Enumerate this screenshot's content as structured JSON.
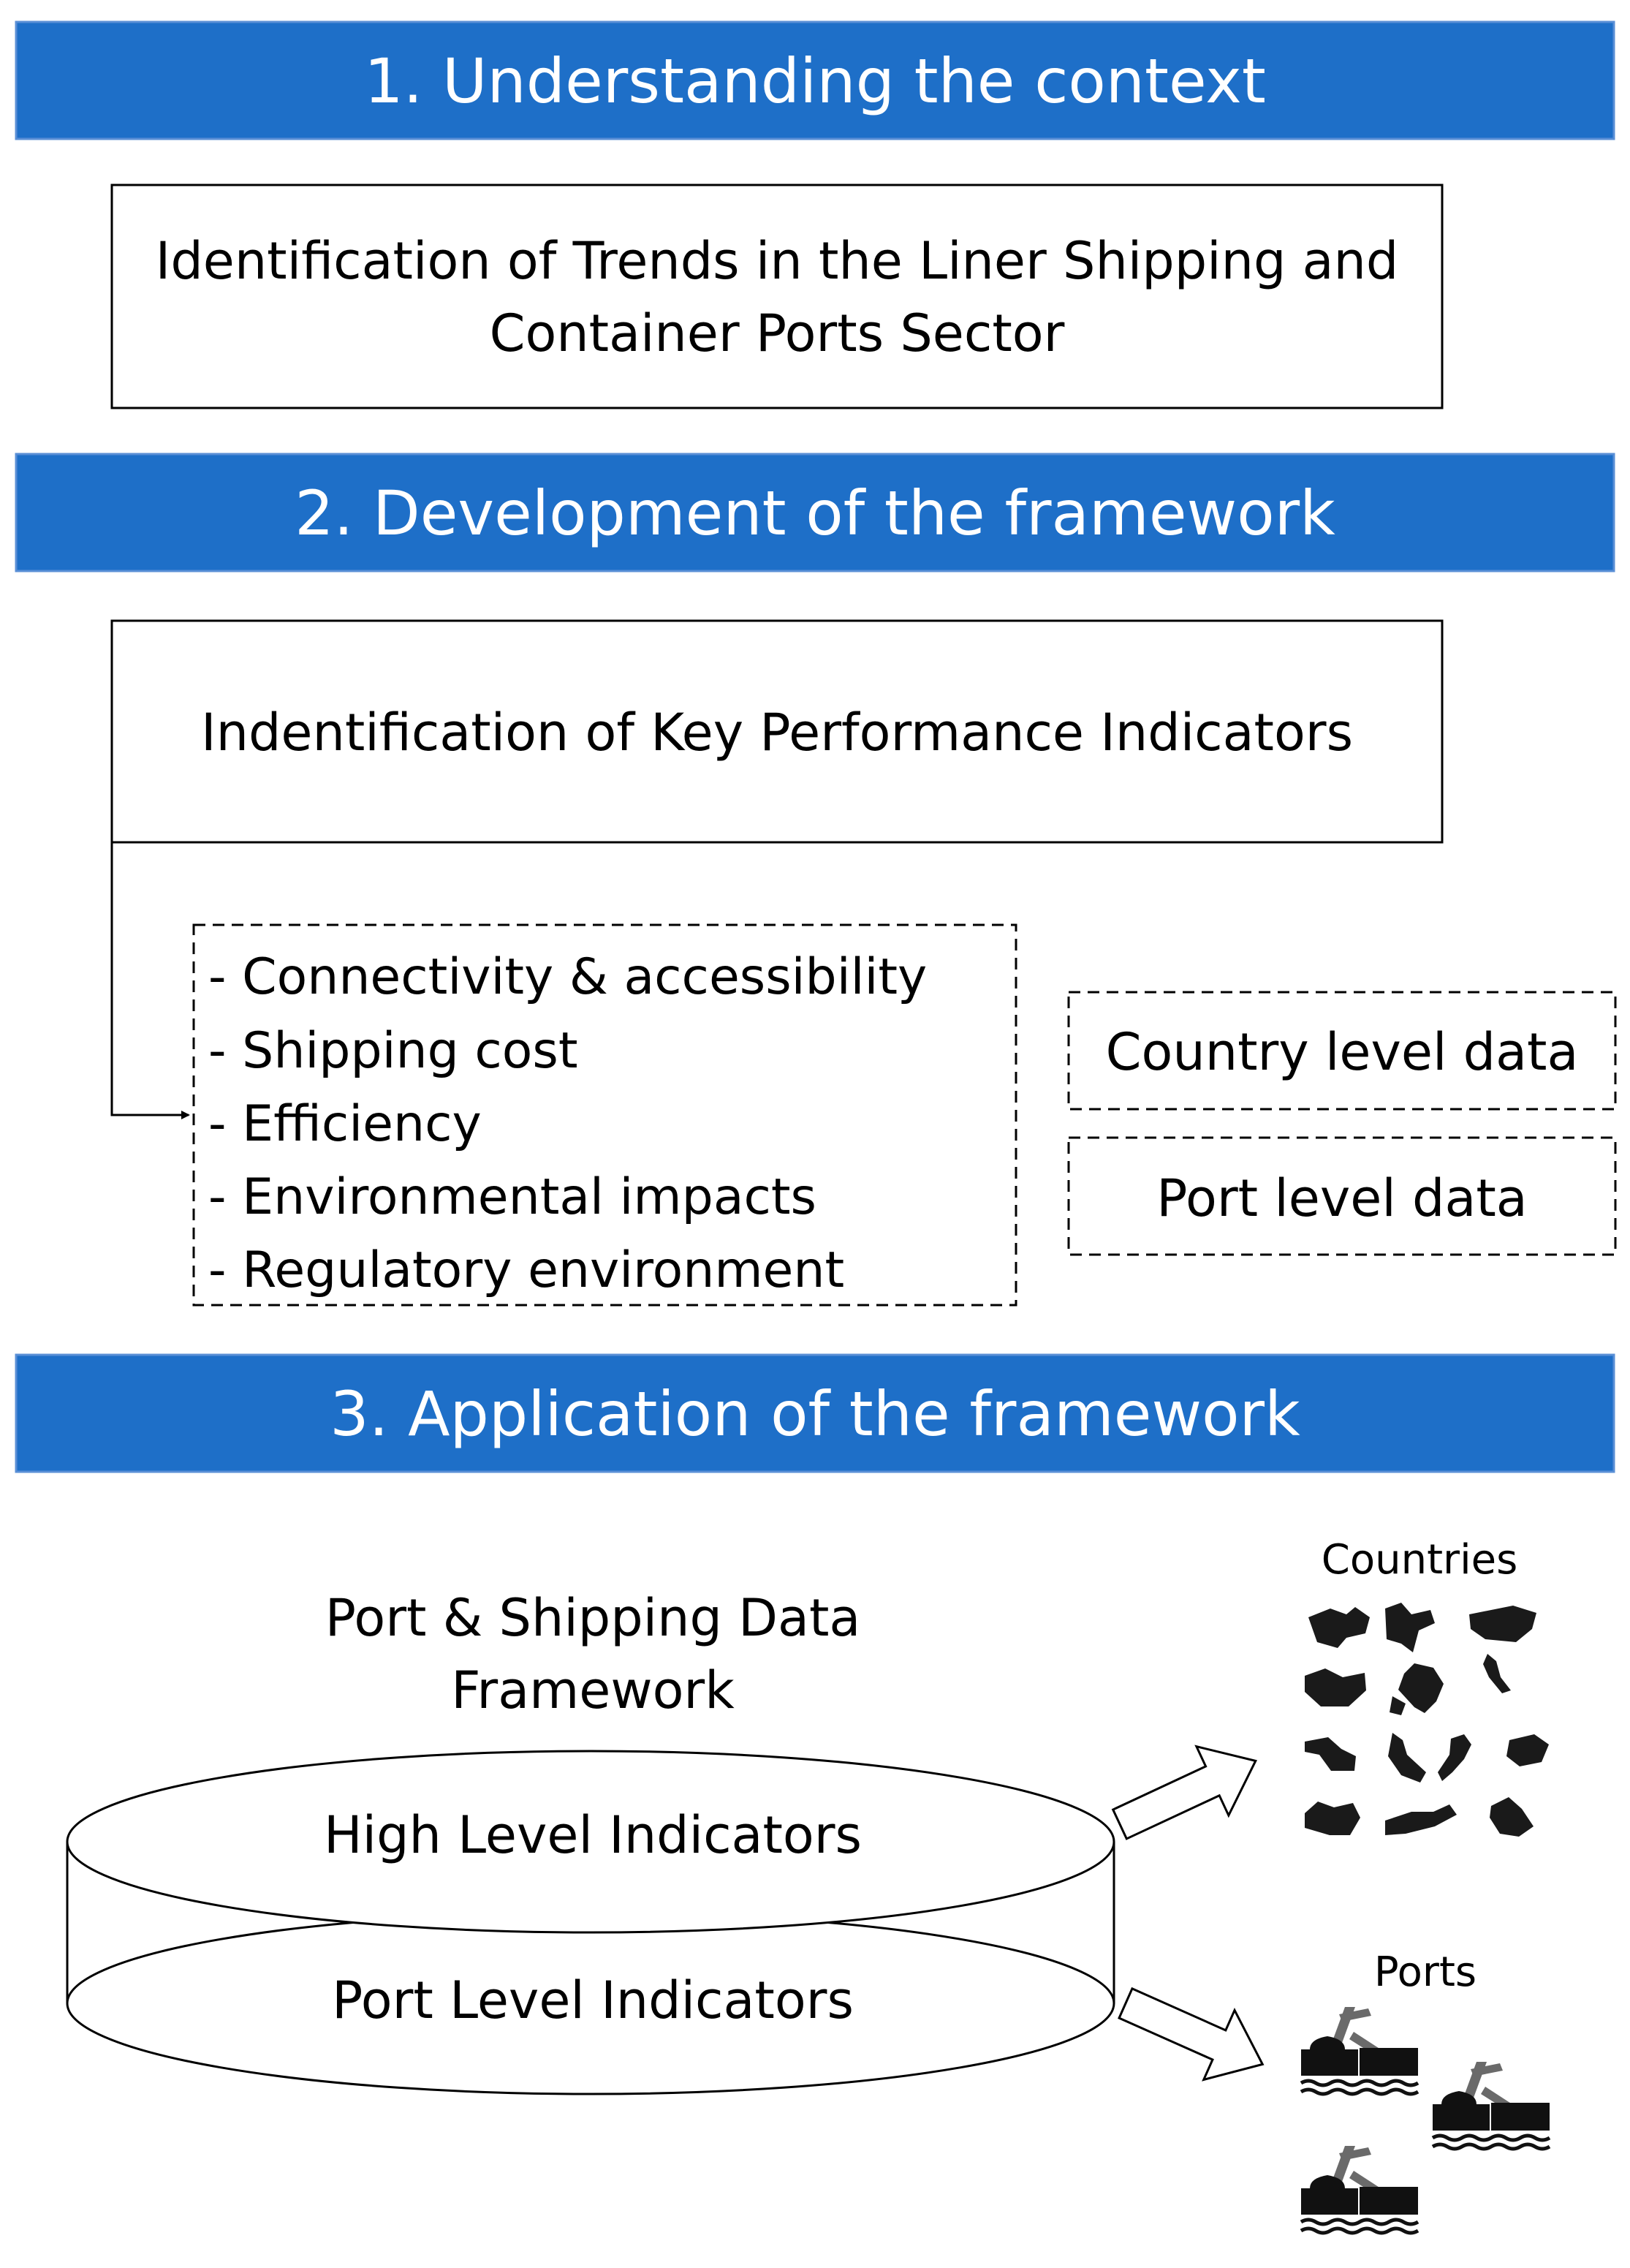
{
  "sections": [
    {
      "label": "1. Understanding the context"
    },
    {
      "label": "2. Development of the framework"
    },
    {
      "label": "3. Application of the framework"
    }
  ],
  "context_box": {
    "line1": "Identification of Trends in the Liner Shipping and",
    "line2": "Container Ports Sector"
  },
  "kpi_box": {
    "label": "Indentification of Key Performance Indicators"
  },
  "kpi_list": [
    "- Connectivity & accessibility",
    "- Shipping cost",
    "- Efficiency",
    "- Environmental impacts",
    "- Regulatory environment"
  ],
  "data_boxes": [
    {
      "label": "Country level data"
    },
    {
      "label": "Port level data"
    }
  ],
  "framework": {
    "title_line1": "Port & Shipping Data",
    "title_line2": "Framework",
    "layer_top": "High Level Indicators",
    "layer_bottom": "Port Level Indicators"
  },
  "outputs": {
    "countries_label": "Countries",
    "ports_label": "Ports"
  },
  "colors": {
    "banner": "#1e6fc8",
    "banner_border": "#5a8fd6",
    "stroke": "#000000"
  }
}
